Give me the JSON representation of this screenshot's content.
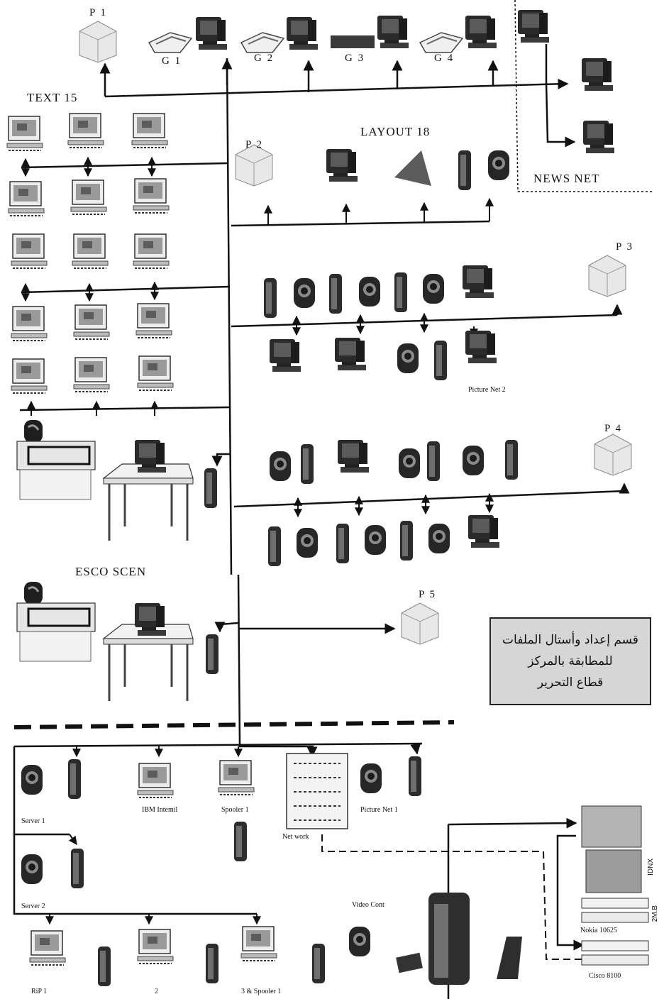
{
  "labels": {
    "p1": "P 1",
    "p2": "P 2",
    "p3": "P 3",
    "p4": "P 4",
    "p5": "P 5",
    "g1": "G 1",
    "g2": "G 2",
    "g3": "G 3",
    "g4": "G 4",
    "text15": "TEXT 15",
    "layout18": "LAYOUT 18",
    "news_net": "NEWS NET",
    "esco_scen": "ESCO SCEN",
    "picture_net_2": "Picture Net 2",
    "picture_net_1": "Picture Net 1",
    "server_1": "Server 1",
    "server_2": "Server 2",
    "ibm_intemil": "IBM Intemil",
    "spooler_1": "Spooler 1",
    "net_work": "Net work",
    "video_cont": "Video Cont",
    "rip_1": "RiP 1",
    "rip_2": "2",
    "rip_3": "3 & Spooler 1",
    "nokia": "Nokia 10625",
    "cisco": "Cisco 8100",
    "idnx": "IDNX",
    "two_mb": "2M.B"
  },
  "caption": {
    "line1": "قسم إعداد وأستال الملفات",
    "line2": "للمطابقة بالمركز",
    "line3": "قطاع التحرير"
  }
}
